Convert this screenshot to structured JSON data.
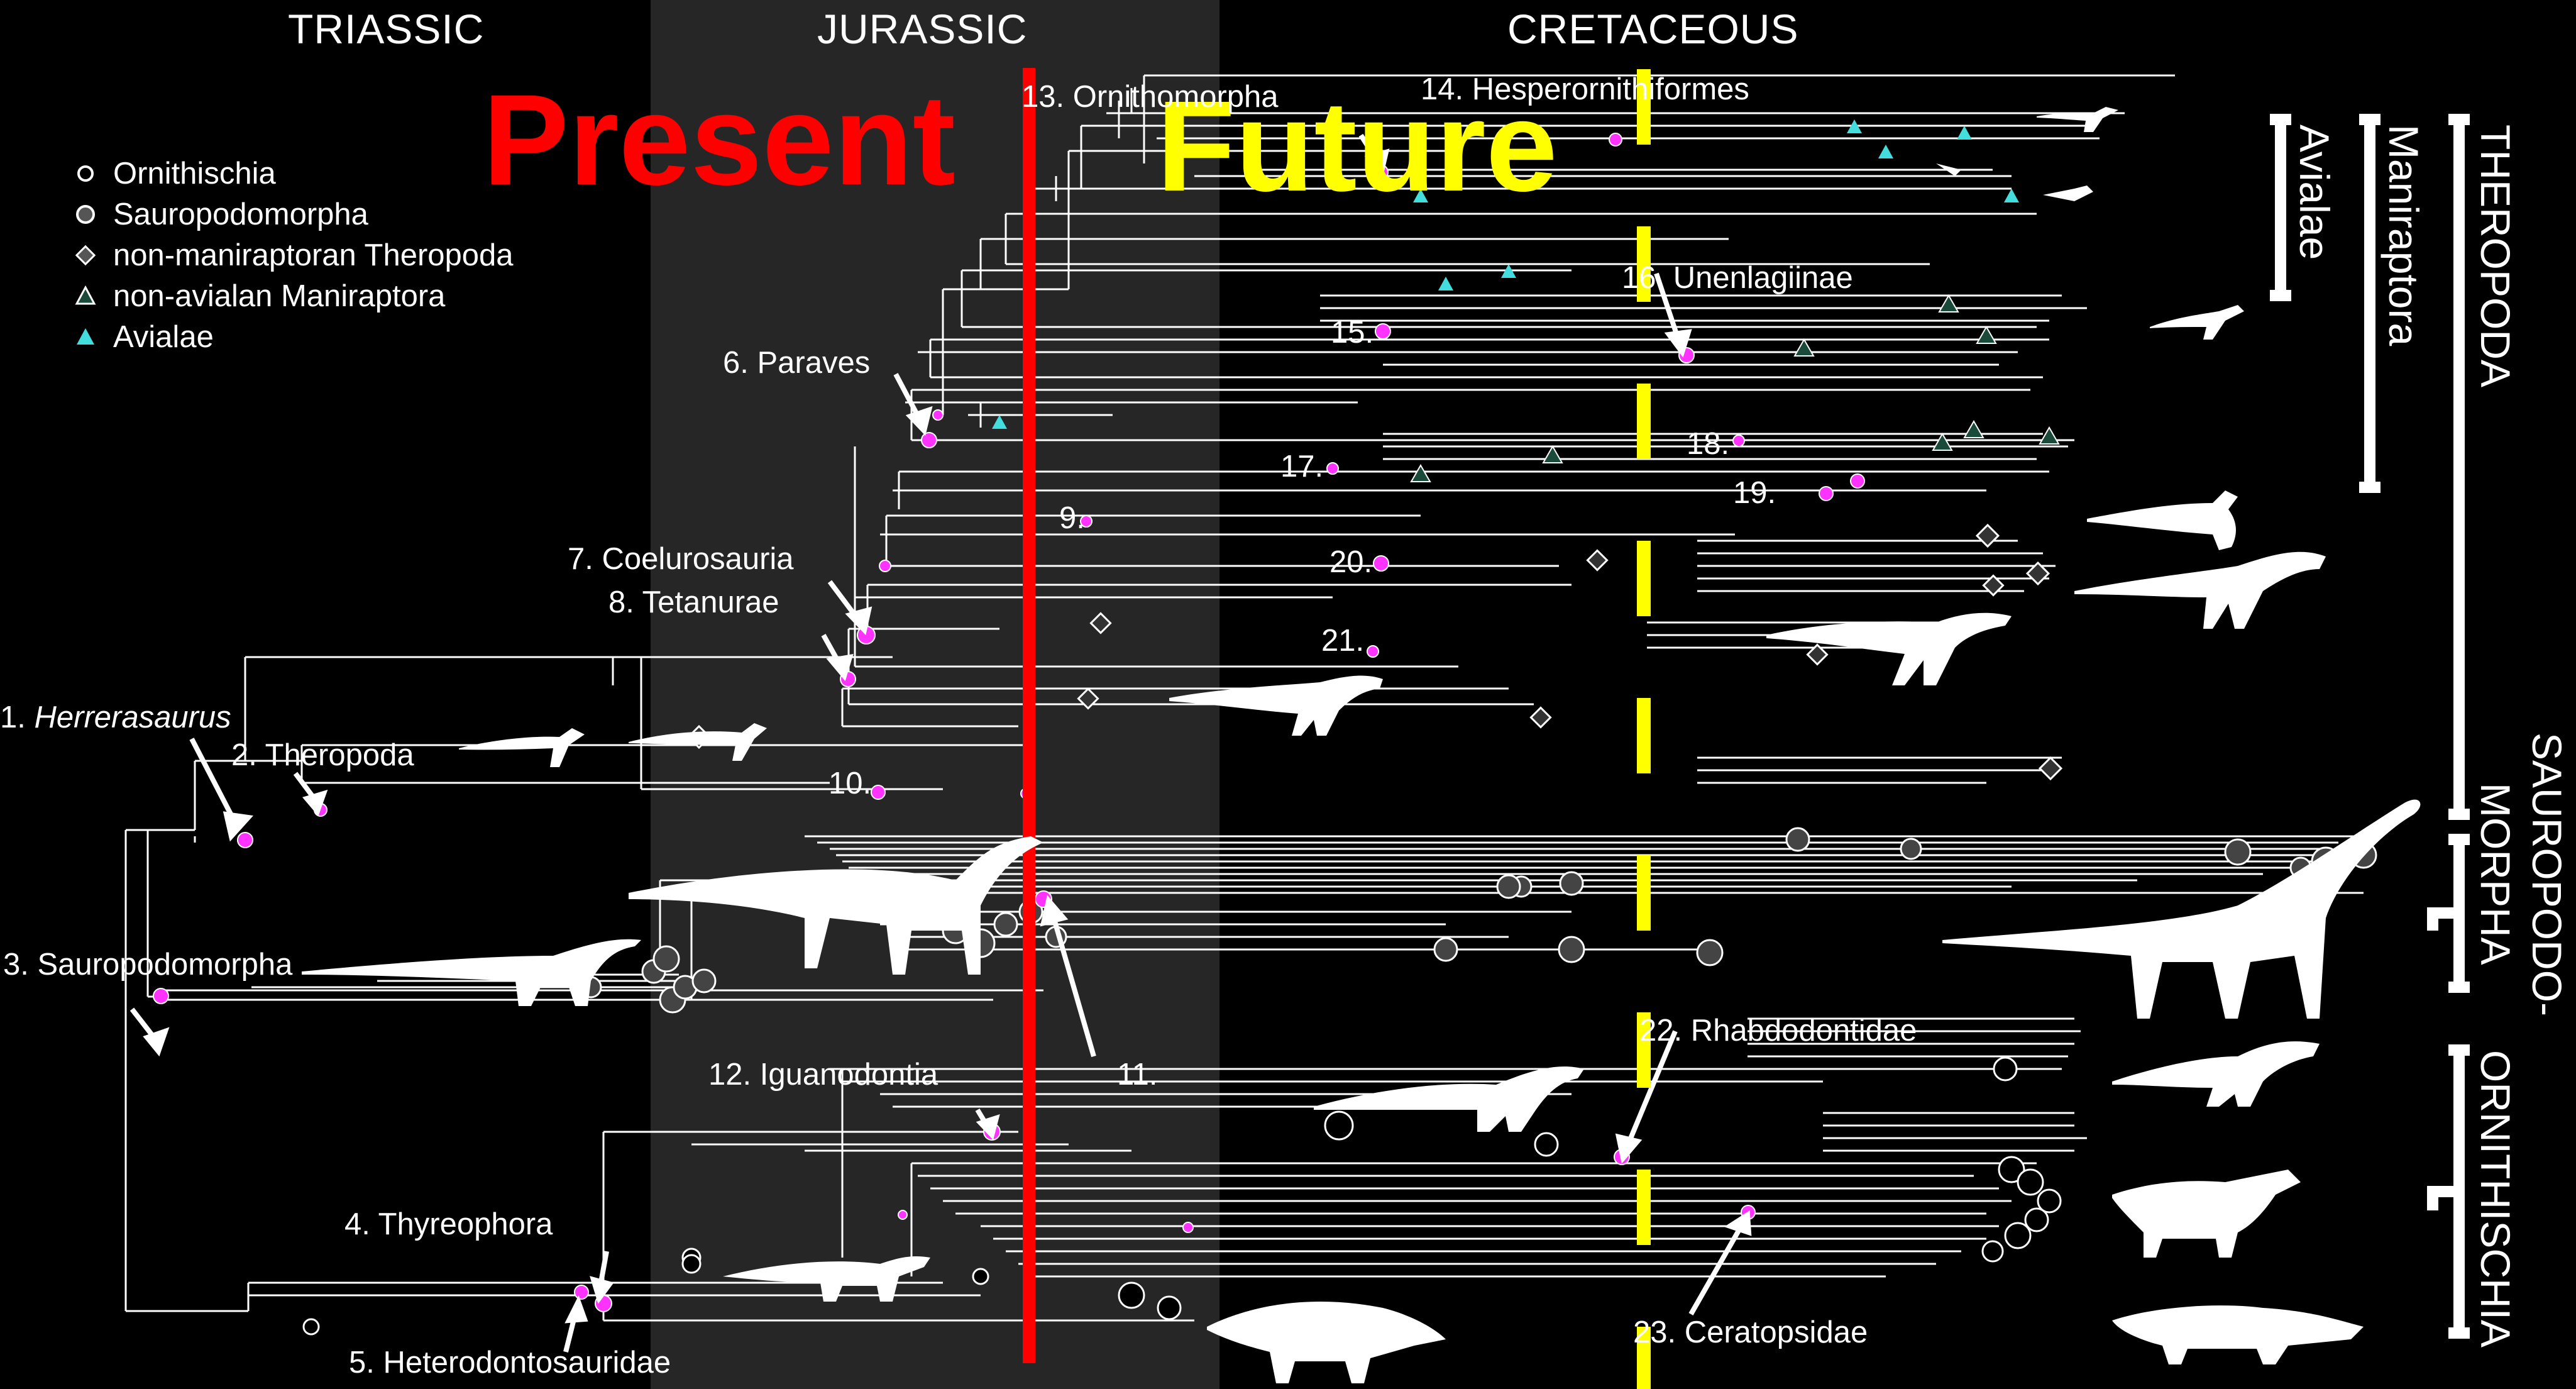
{
  "periods": [
    "TRIASSIC",
    "JURASSIC",
    "CRETACEOUS"
  ],
  "overlay": {
    "present": "Present",
    "future": "Future",
    "present_color": "#ff0000",
    "future_color": "#ffff00"
  },
  "legend": [
    {
      "label": "Ornithischia",
      "icon": "open-circle-small"
    },
    {
      "label": "Sauropodomorpha",
      "icon": "grey-circle"
    },
    {
      "label": "non-maniraptoran Theropoda",
      "icon": "grey-diamond"
    },
    {
      "label": "non-avialan Maniraptora",
      "icon": "green-triangle-outline"
    },
    {
      "label": "Avialae",
      "icon": "cyan-triangle"
    }
  ],
  "nodes": {
    "n1_num": "1.",
    "n1_name": "Herrerasaurus",
    "n2": "2. Theropoda",
    "n3": "3. Sauropodomorpha",
    "n4": "4. Thyreophora",
    "n5": "5. Heterodontosauridae",
    "n6": "6. Paraves",
    "n7": "7. Coelurosauria",
    "n8": "8. Tetanurae",
    "n9": "9.",
    "n10": "10.",
    "n11": "11.",
    "n12": "12. Iguanodontia",
    "n13": "13. Ornithomorpha",
    "n14": "14. Hesperornithiformes",
    "n15": "15.",
    "n16": "16. Unenlagiinae",
    "n17": "17.",
    "n18": "18.",
    "n19": "19.",
    "n20": "20.",
    "n21": "21.",
    "n22": "22. Rhabdodontidae",
    "n23": "23. Ceratopsidae"
  },
  "clades": {
    "avialae": "Avialae",
    "maniraptora": "Maniraptora",
    "theropoda": "THEROPODA",
    "sauropodomorpha_1": "SAUROPODO-",
    "sauropodomorpha_2": "MORPHA",
    "ornithischia": "ORNITHISCHIA"
  },
  "colors": {
    "node": "#ff33ff",
    "avialae": "#44dddd",
    "maniraptora": "#1a4a3a",
    "band": "#262626"
  }
}
